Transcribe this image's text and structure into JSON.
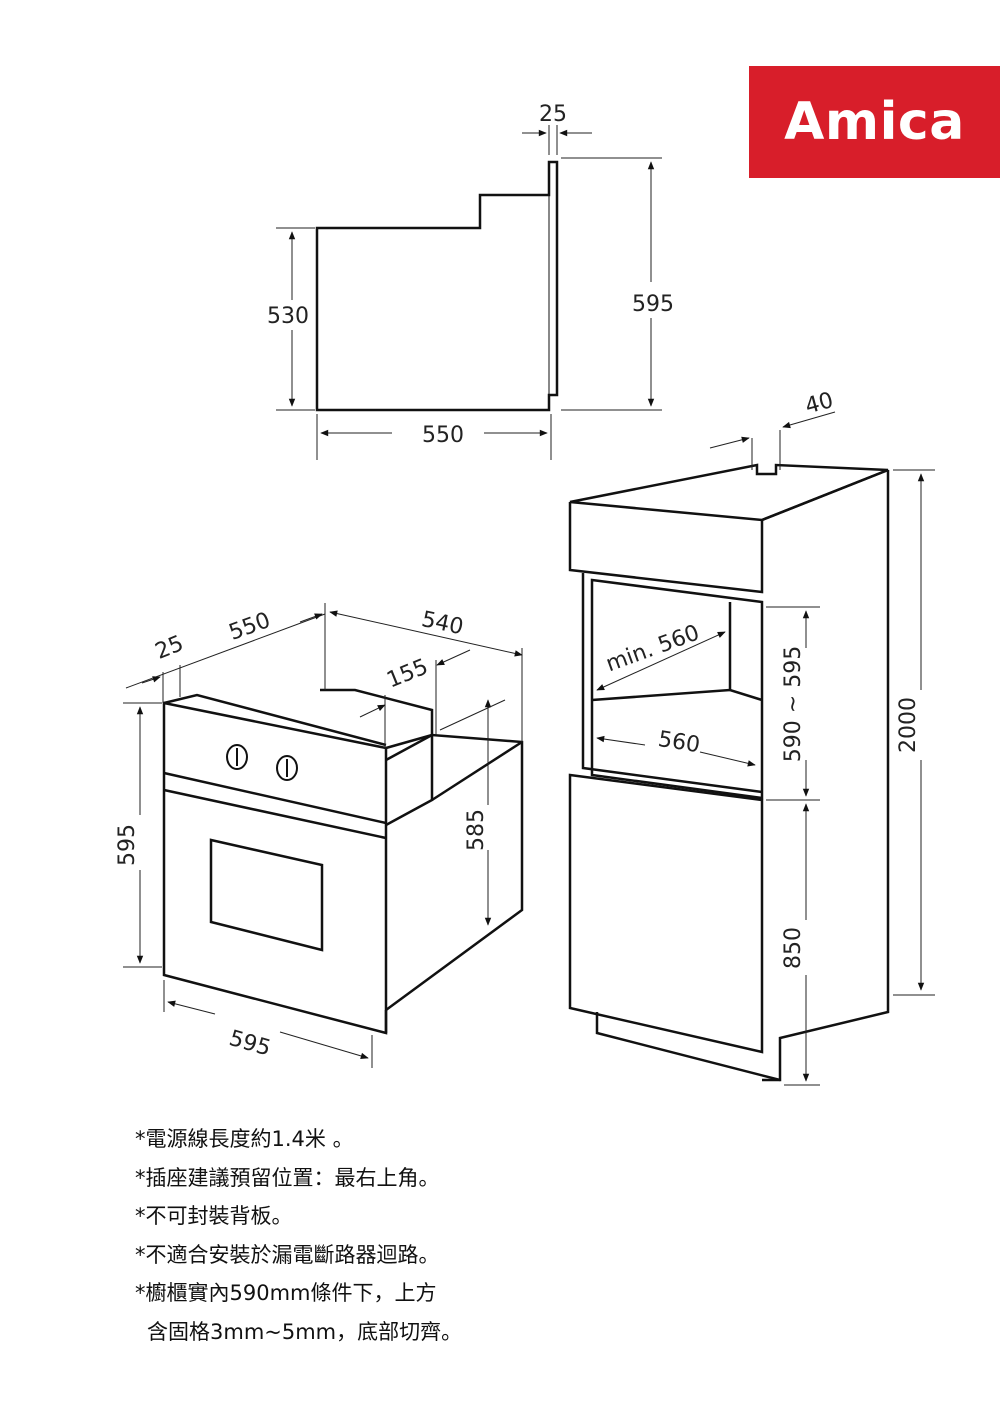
{
  "brand": {
    "logo_text": "Amica",
    "color": "#d81e2a"
  },
  "dimensions": {
    "top_width": "550",
    "top_height": "530",
    "top_total_height": "595",
    "top_front_depth": "25",
    "cab_top_depth": "40",
    "cab_total_height": "2000",
    "cab_niche_depth": "min. 560",
    "cab_niche_width": "560",
    "cab_niche_height": "590 ~ 595",
    "cab_base_height": "850",
    "oven_front_depth": "25",
    "oven_depth": "550",
    "oven_body_depth": "540",
    "oven_offset": "155",
    "oven_front_height": "595",
    "oven_body_height": "585",
    "oven_width": "595"
  },
  "notes": [
    "*電源線長度約1.4米 。",
    "*插座建議預留位置：最右上角。",
    "*不可封裝背板。",
    "*不適合安裝於漏電斷路器迴路。",
    "*櫥櫃實內590mm條件下，上方",
    "含固格3mm~5mm，底部切齊。"
  ]
}
